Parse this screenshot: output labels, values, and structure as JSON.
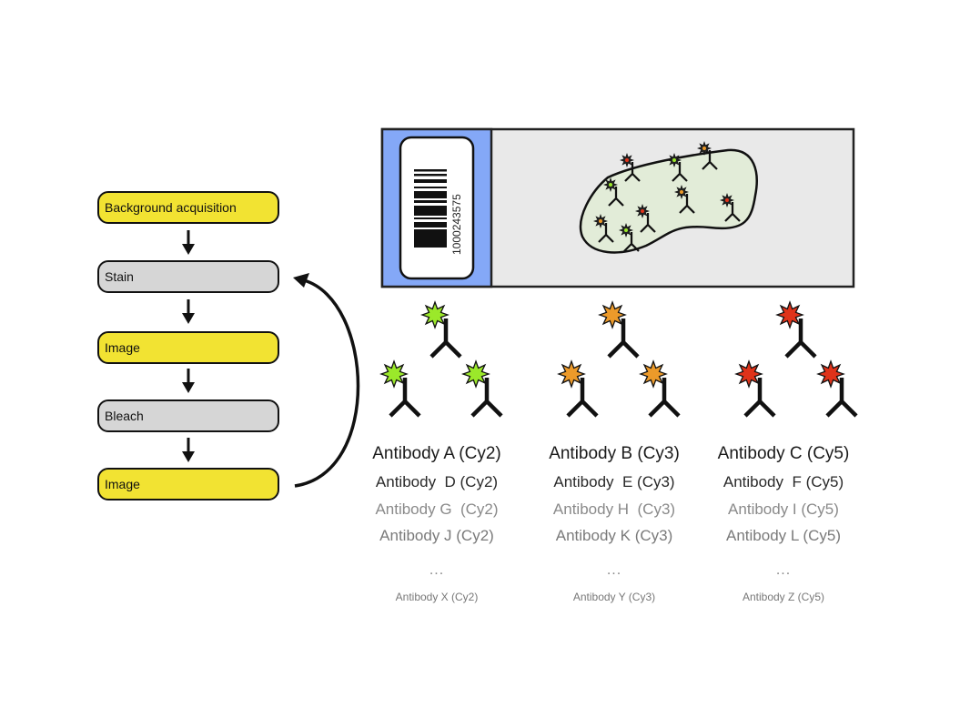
{
  "workflow": {
    "steps": [
      {
        "label": "Background acquisition",
        "color": "#f2e332"
      },
      {
        "label": "Stain",
        "color": "#d6d6d6"
      },
      {
        "label": "Image",
        "color": "#f2e332"
      },
      {
        "label": "Bleach",
        "color": "#d6d6d6"
      },
      {
        "label": "Image",
        "color": "#f2e332"
      }
    ],
    "loop_arrow": "Image → Stain (repeat cycle)"
  },
  "slide": {
    "barcode_number": "1000243575",
    "label_color": "#84a8f7",
    "slide_color": "#e9e9e9",
    "tissue_color": "#e2ecd8"
  },
  "fluorophores": {
    "cy2": "#9be82a",
    "cy3": "#ec9a2a",
    "cy5": "#e0331a"
  },
  "antibody_columns": [
    {
      "dye": "Cy2",
      "color": "#9be82a",
      "lines": [
        "Antibody A (Cy2)",
        "Antibody  D (Cy2)",
        "Antibody G  (Cy2)",
        "Antibody J (Cy2)"
      ],
      "ellipsis": "...",
      "last": "Antibody X (Cy2)"
    },
    {
      "dye": "Cy3",
      "color": "#ec9a2a",
      "lines": [
        "Antibody B (Cy3)",
        "Antibody  E (Cy3)",
        "Antibody H  (Cy3)",
        "Antibody K (Cy3)"
      ],
      "ellipsis": "...",
      "last": "Antibody Y (Cy3)"
    },
    {
      "dye": "Cy5",
      "color": "#e0331a",
      "lines": [
        "Antibody C (Cy5)",
        "Antibody  F (Cy5)",
        "Antibody I (Cy5)",
        "Antibody L (Cy5)"
      ],
      "ellipsis": "...",
      "last": "Antibody Z (Cy5)"
    }
  ]
}
